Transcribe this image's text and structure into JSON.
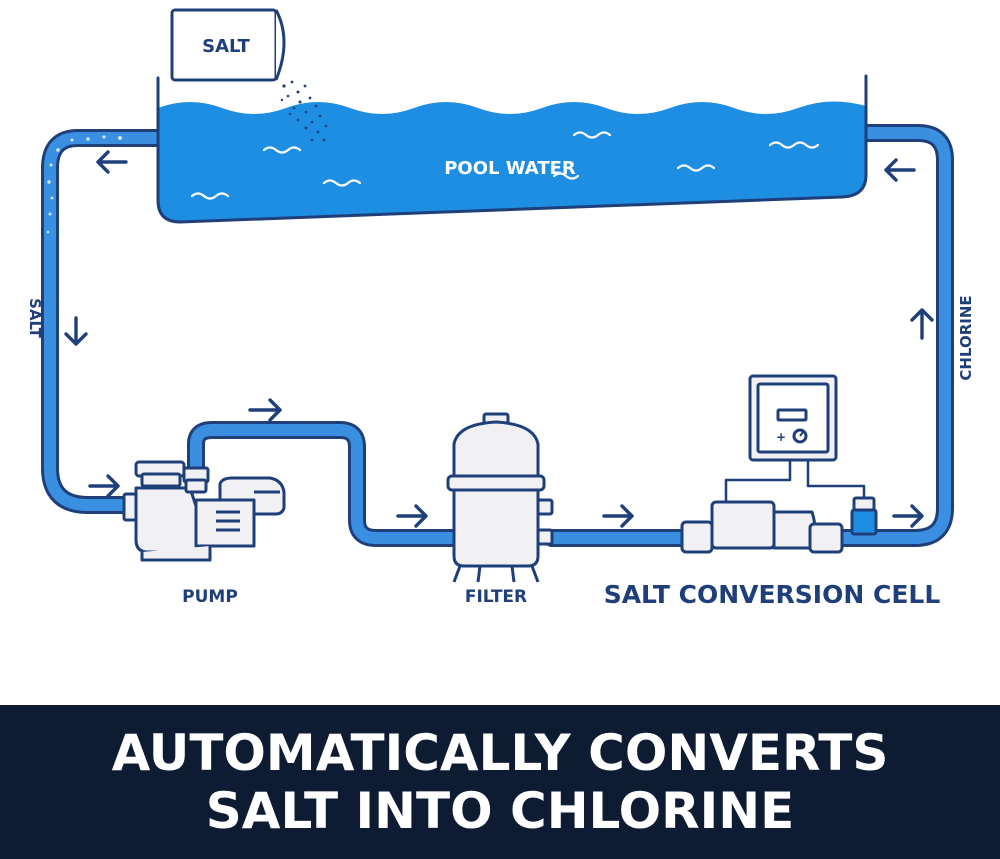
{
  "labels": {
    "salt_bag": "SALT",
    "pool_water": "POOL WATER",
    "salt_pipe": "SALT",
    "chlorine_pipe": "CHLORINE",
    "pump": "PUMP",
    "filter": "FILTER",
    "cell": "SALT CONVERSION CELL"
  },
  "banner": {
    "line1": "AUTOMATICALLY CONVERTS",
    "line2": "SALT INTO CHLORINE"
  },
  "colors": {
    "pipe": "#3a8fe0",
    "pipe_outline": "#1f3f7a",
    "water": "#1e8ee3",
    "navy": "#1f3f7a",
    "equipment_fill": "#f1f1f3",
    "banner_bg": "#0d1b33"
  }
}
